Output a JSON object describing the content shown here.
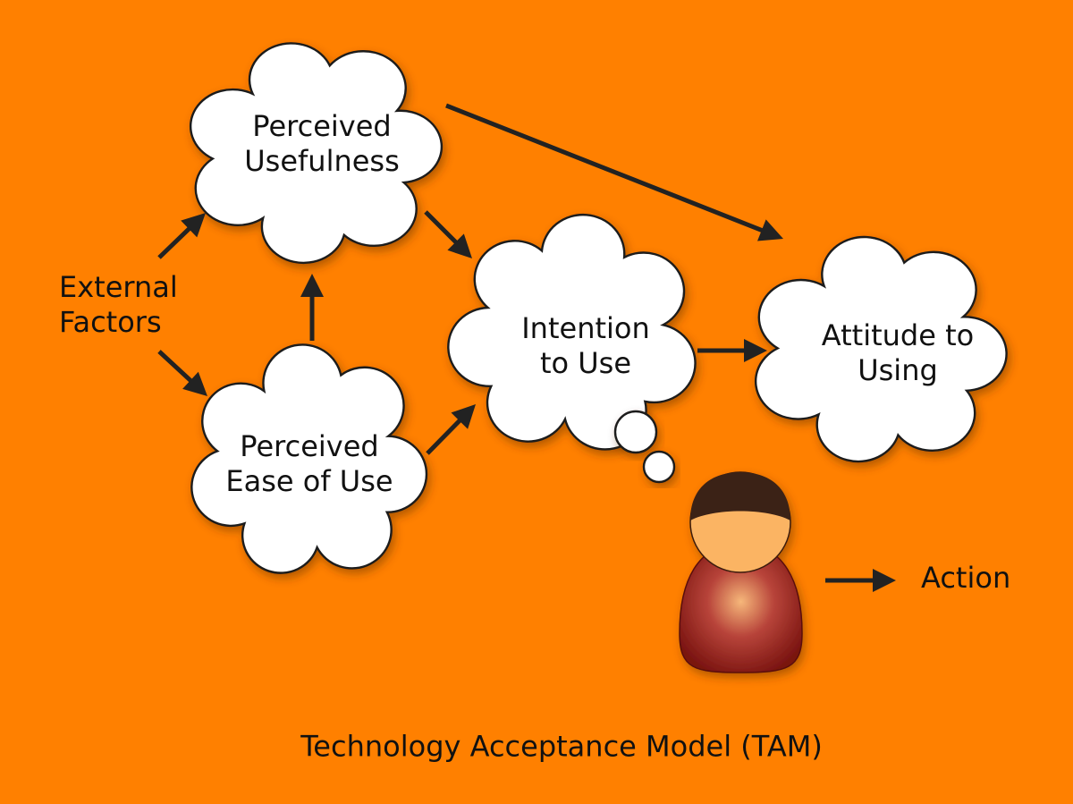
{
  "nodes": {
    "perceived_usefulness": [
      "Perceived",
      "Usefulness"
    ],
    "perceived_ease_of_use": [
      "Perceived",
      "Ease of Use"
    ],
    "intention_to_use": [
      "Intention",
      "to Use"
    ],
    "attitude_to_using": [
      "Attitude to",
      "Using"
    ],
    "external_factors": [
      "External",
      "Factors"
    ],
    "action": "Action"
  },
  "caption": "Technology Acceptance Model (TAM)",
  "icons": {
    "person": "person-icon",
    "thought_bubble": "thought-bubble-icon"
  },
  "colors": {
    "background": "#ff8000",
    "cloud_fill": "#ffffff",
    "outline": "#1a1a1a",
    "arrow": "#222222",
    "hair": "#3a2014",
    "face": "#fbb463",
    "body_center": "#f6b77a",
    "body_edge": "#7a1410"
  }
}
